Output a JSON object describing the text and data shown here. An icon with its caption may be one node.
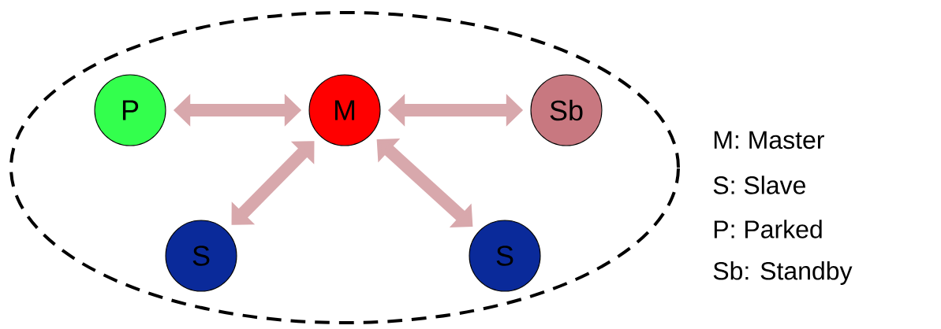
{
  "diagram": {
    "nodes": [
      {
        "text": [],
        "shape": "ellipse"
      },
      {
        "text": [
          "P"
        ],
        "in": 0
      },
      {
        "text": [
          "M"
        ],
        "in": 0
      },
      {
        "text": [
          "Sb"
        ],
        "in": 0
      },
      {
        "text": [
          "S"
        ],
        "in": 0
      },
      {
        "text": [
          "S"
        ],
        "in": 0
      }
    ],
    "edges": [
      {
        "from": 1,
        "to": 2,
        "arrow": "both"
      },
      {
        "from": 2,
        "to": 3,
        "arrow": "both"
      },
      {
        "from": 4,
        "to": 2,
        "arrow": "both"
      },
      {
        "from": 5,
        "to": 2,
        "arrow": "both"
      }
    ],
    "labels": [
      "M: Master",
      "S: Slave",
      "P: Parked",
      "Sb: Standby"
    ]
  }
}
